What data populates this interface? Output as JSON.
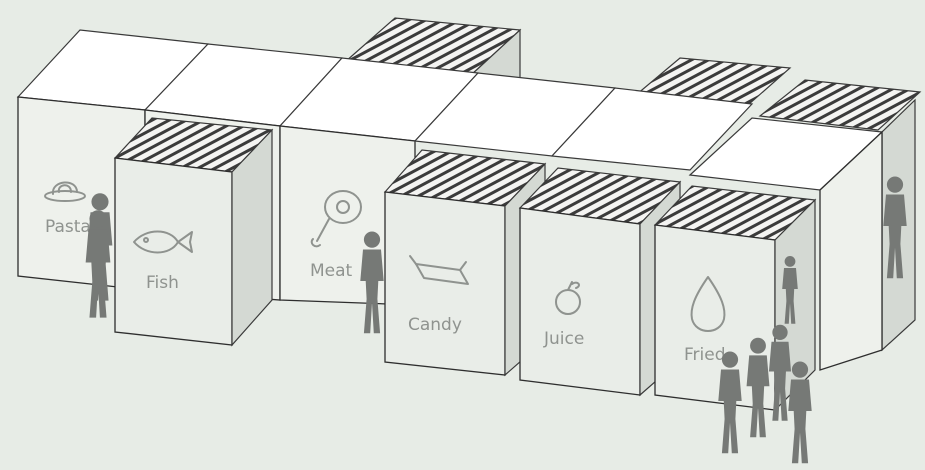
{
  "diagram": {
    "stalls": [
      {
        "label": "Pasta",
        "icon": "pasta-plate-icon"
      },
      {
        "label": "Fish",
        "icon": "fish-icon"
      },
      {
        "label": "Meat",
        "icon": "ham-leg-icon"
      },
      {
        "label": "Candy",
        "icon": "candy-wrapper-icon"
      },
      {
        "label": "Juice",
        "icon": "fruit-icon"
      },
      {
        "label": "Fried",
        "icon": "drop-icon"
      }
    ],
    "colors": {
      "background": "#e7ece6",
      "panel": "#eef1ec",
      "roof": "#ffffff",
      "label": "#8f938f",
      "people": "#767976"
    }
  }
}
